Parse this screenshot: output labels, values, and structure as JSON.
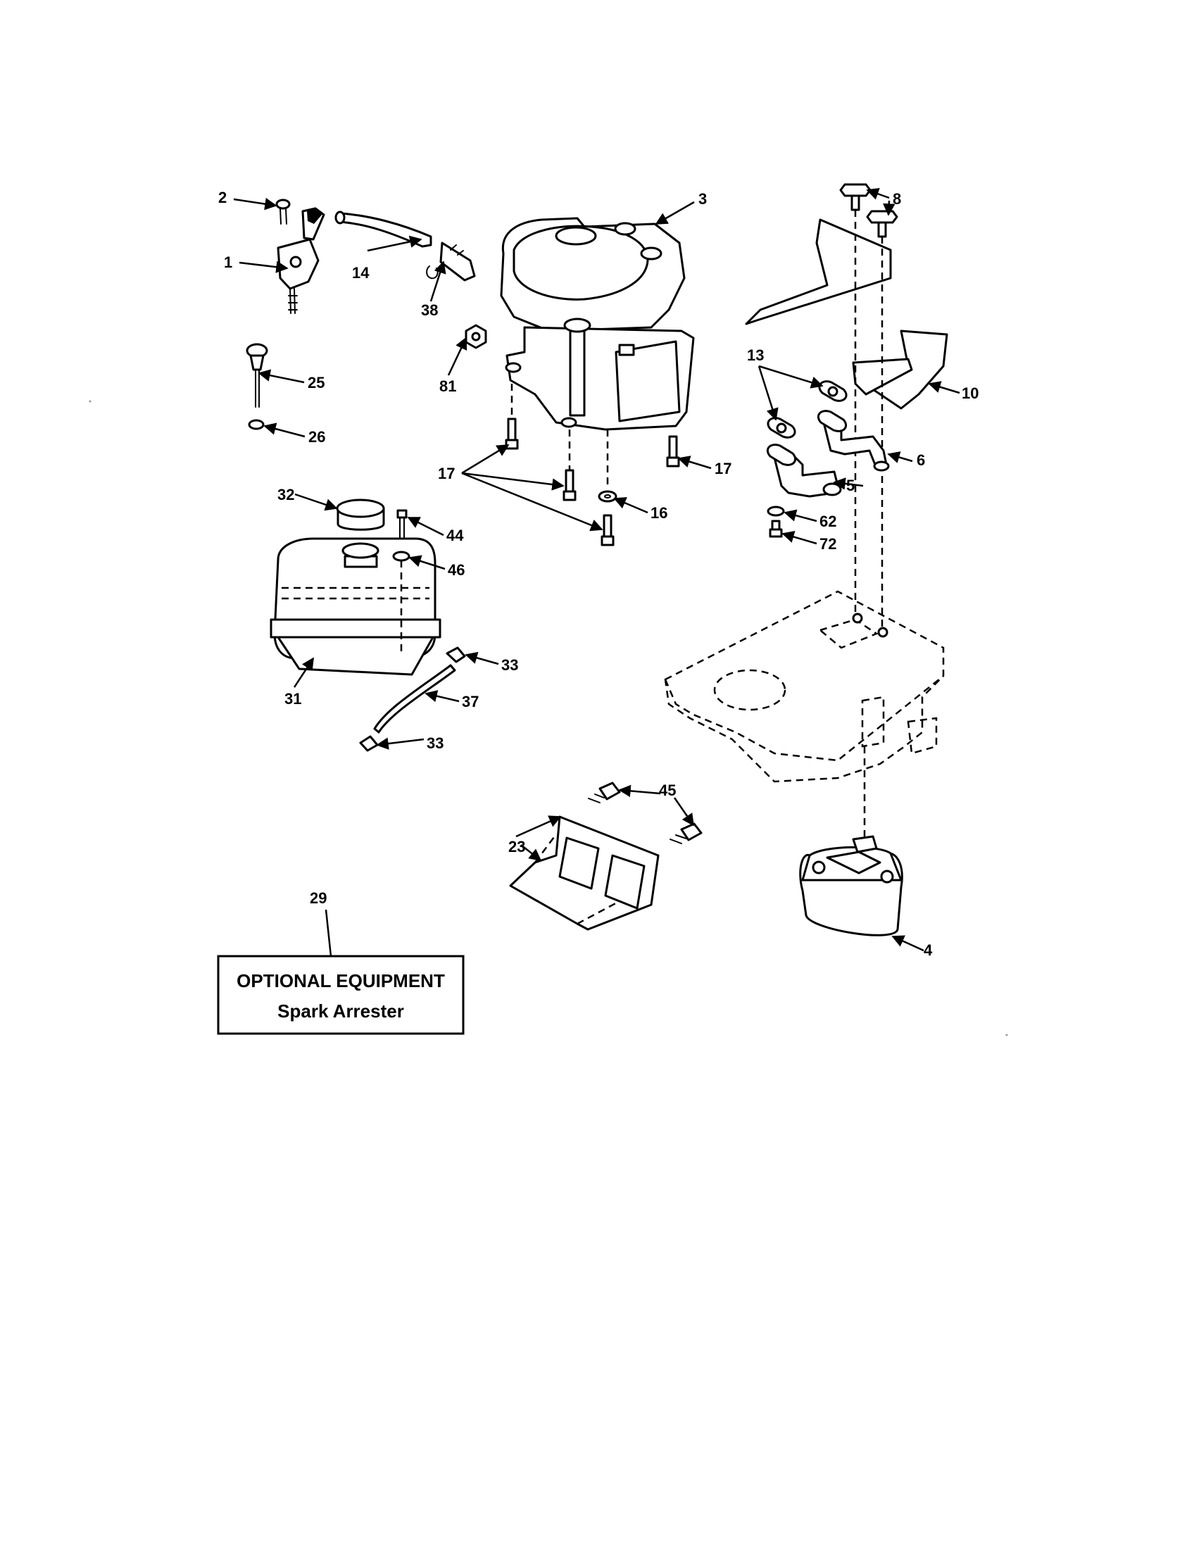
{
  "callouts": {
    "c1": "1",
    "c2": "2",
    "c3": "3",
    "c4": "4",
    "c5": "5",
    "c6": "6",
    "c8": "8",
    "c10": "10",
    "c13": "13",
    "c14": "14",
    "c16": "16",
    "c17a": "17",
    "c17b": "17",
    "c23": "23",
    "c25": "25",
    "c26": "26",
    "c29": "29",
    "c31": "31",
    "c32": "32",
    "c33a": "33",
    "c33b": "33",
    "c37": "37",
    "c38": "38",
    "c44": "44",
    "c45": "45",
    "c46": "46",
    "c62": "62",
    "c72": "72",
    "c81": "81"
  },
  "optional_box": {
    "title": "OPTIONAL EQUIPMENT",
    "item": "Spark Arrester"
  }
}
